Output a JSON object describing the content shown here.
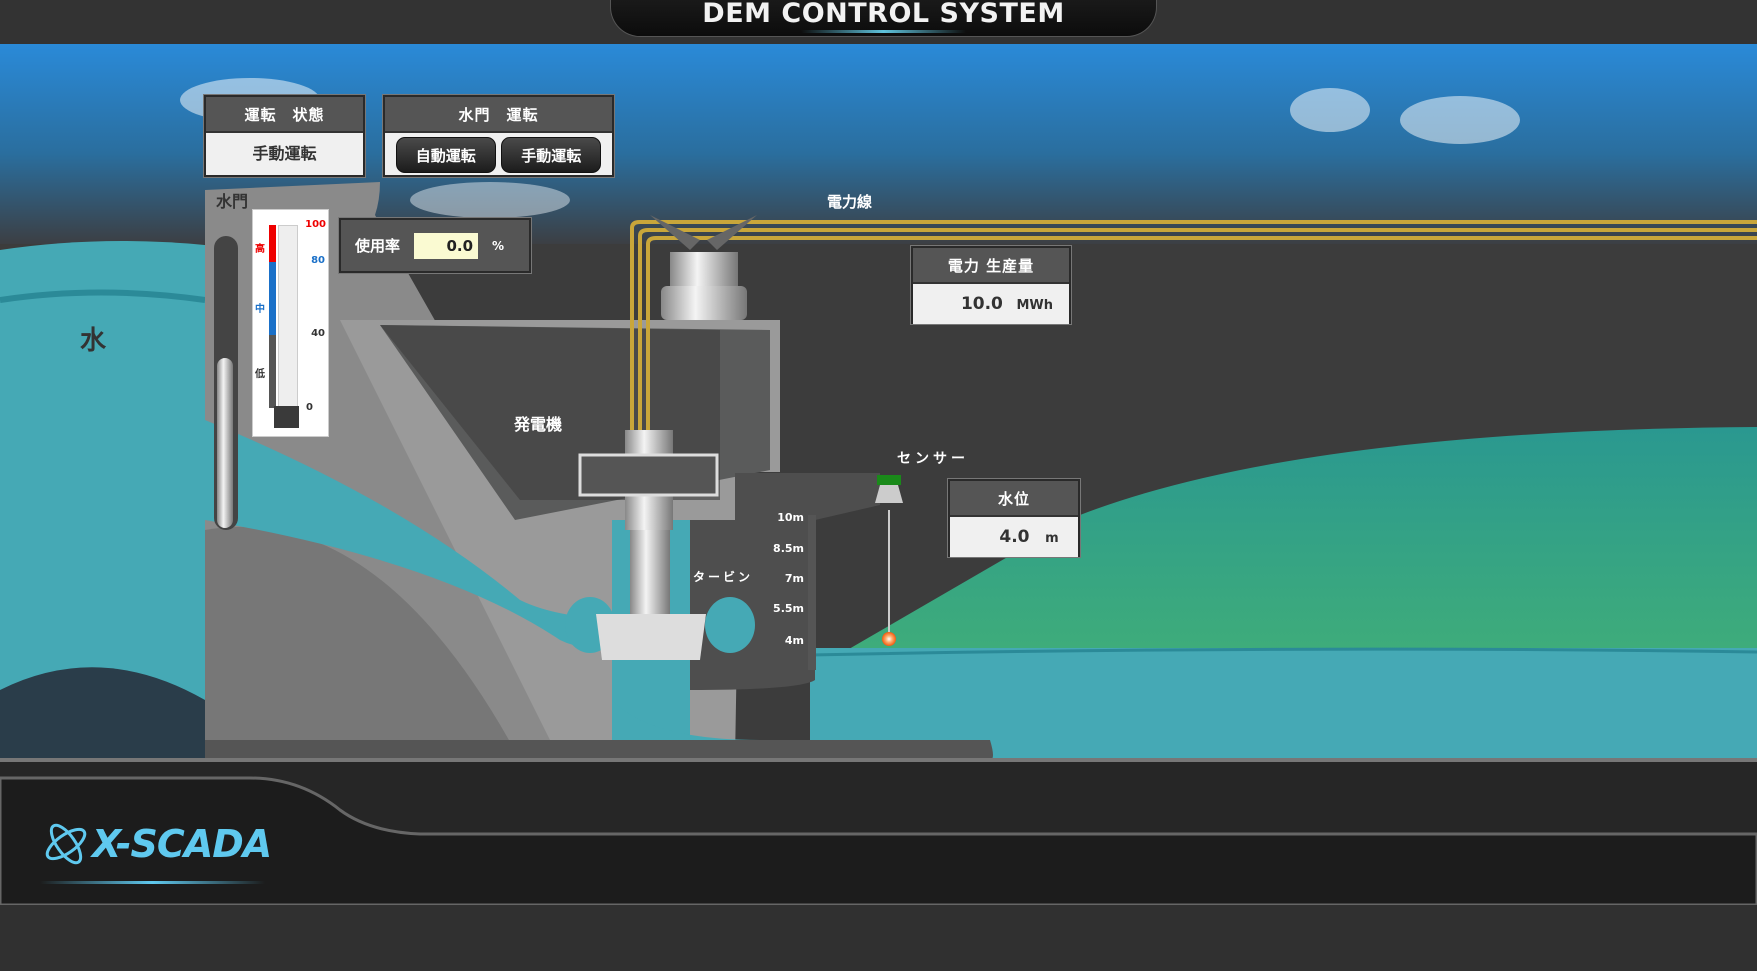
{
  "header": {
    "title": "DEM CONTROL SYSTEM"
  },
  "operation_status": {
    "title": "運転　状態",
    "value": "手動運転"
  },
  "gate_operation": {
    "title": "水門　運転",
    "buttons": [
      "自動運転",
      "手動運転"
    ]
  },
  "gate": {
    "label": "水門",
    "gauge": {
      "ticks": [
        "100",
        "80",
        "40",
        "0"
      ],
      "levels": [
        "高",
        "中",
        "低"
      ],
      "fill_percent": 0
    }
  },
  "usage": {
    "label": "使用率",
    "value": "0.0",
    "unit": "%"
  },
  "water_label": "水",
  "power_line_label": "電力線",
  "power_output": {
    "title": "電力 生産量",
    "value": "10.0",
    "unit": "MWh"
  },
  "generator_label": "発電機",
  "turbine_label": "タービン",
  "sensor_label": "センサー",
  "water_level": {
    "title": "水位",
    "value": "4.0",
    "unit": "m",
    "scale": [
      "10m",
      "8.5m",
      "7m",
      "5.5m",
      "4m"
    ]
  },
  "logo": {
    "text": "X-SCADA"
  },
  "colors": {
    "sky": "#2a8ad8",
    "water": "#45a9b5",
    "land": "#45b878",
    "wire": "#c9a63a",
    "accent": "#5fc9ef"
  }
}
